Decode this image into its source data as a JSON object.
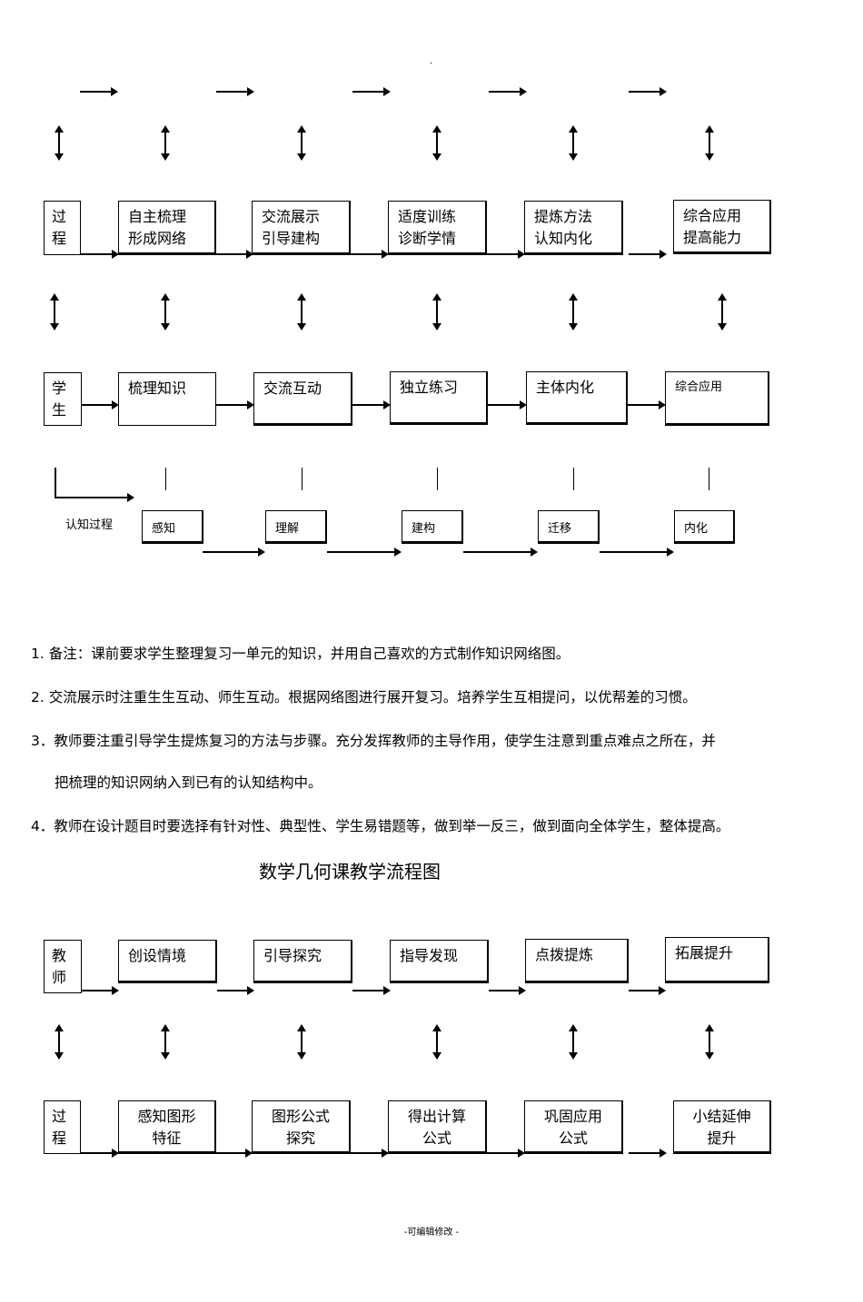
{
  "diagram1": {
    "row_process": {
      "label": "过\n程",
      "steps": [
        "自主梳理\n形成网络",
        "交流展示\n引导建构",
        "适度训练\n诊断学情",
        "提炼方法\n认知内化",
        "综合应用\n提高能力"
      ]
    },
    "row_student": {
      "label": "学\n生",
      "steps": [
        "梳理知识",
        "交流互动",
        "独立练习",
        "主体内化",
        "综合应用"
      ]
    },
    "cognition": {
      "label": "认知过程",
      "steps": [
        "感知",
        "理解",
        "建构",
        "迁移",
        "内化"
      ]
    }
  },
  "notes": [
    "1.  备注：课前要求学生整理复习一单元的知识，并用自己喜欢的方式制作知识网络图。",
    "2.  交流展示时注重生生互动、师生互动。根据网络图进行展开复习。培养学生互相提问，以优帮差的习惯。",
    "3．教师要注重引导学生提炼复习的方法与步骤。充分发挥教师的主导作用，使学生注意到重点难点之所在，并",
    "把梳理的知识网纳入到已有的认知结构中。",
    "4．教师在设计题目时要选择有针对性、典型性、学生易错题等，做到举一反三，做到面向全体学生，整体提高。"
  ],
  "diagram2": {
    "title": "数学几何课教学流程图",
    "row_teacher": {
      "label": "教\n师",
      "steps": [
        "创设情境",
        "引导探究",
        "指导发现",
        "点拨提炼",
        "拓展提升"
      ]
    },
    "row_process": {
      "label": "过\n程",
      "steps": [
        "感知图形\n特征",
        "图形公式\n探究",
        "得出计算\n公式",
        "巩固应用\n公式",
        "小结延伸\n提升"
      ]
    }
  },
  "footer": "-可编辑修改 -",
  "header_mark": "."
}
